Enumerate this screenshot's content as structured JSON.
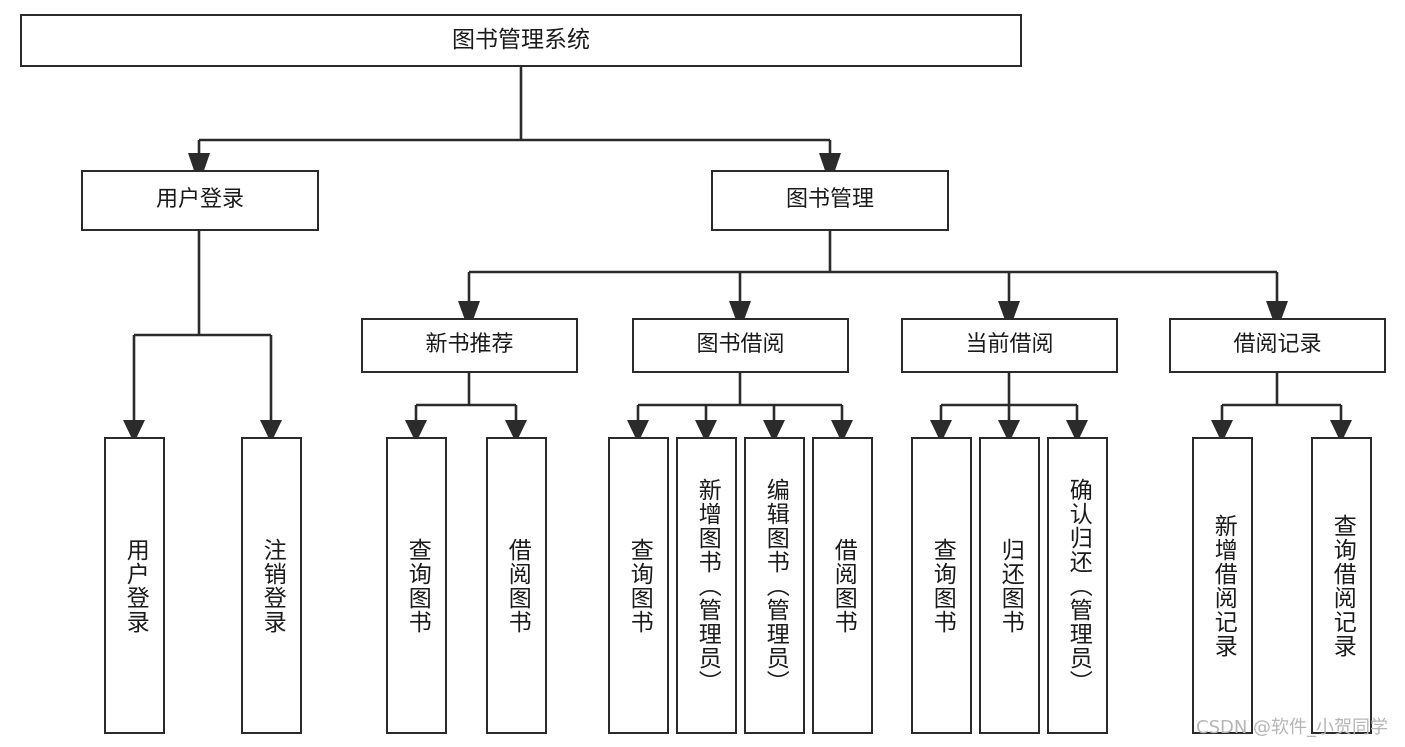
{
  "diagram": {
    "title": "图书管理系统",
    "type": "tree-hierarchy-diagram",
    "watermark": "CSDN @软件_小贺同学",
    "colors": {
      "box_border": "#2b2b2b",
      "box_fill": "#ffffff",
      "edge": "#2b2b2b",
      "text": "#1a1a1a",
      "watermark": "#b6b6b6",
      "background": "#ffffff"
    },
    "nodes": {
      "root": {
        "label": "图书管理系统"
      },
      "level2": [
        {
          "label": "用户登录"
        },
        {
          "label": "图书管理"
        }
      ],
      "level3": [
        {
          "label": "新书推荐"
        },
        {
          "label": "图书借阅"
        },
        {
          "label": "当前借阅"
        },
        {
          "label": "借阅记录"
        }
      ],
      "leaves_user_login": [
        {
          "label": "用户登录"
        },
        {
          "label": "注销登录"
        }
      ],
      "leaves_new_book": [
        {
          "label": "查询图书"
        },
        {
          "label": "借阅图书"
        }
      ],
      "leaves_borrow": [
        {
          "label": "查询图书"
        },
        {
          "label": "新增图书（管理员）"
        },
        {
          "label": "编辑图书（管理员）"
        },
        {
          "label": "借阅图书"
        }
      ],
      "leaves_current": [
        {
          "label": "查询图书"
        },
        {
          "label": "归还图书"
        },
        {
          "label": "确认归还（管理员）"
        }
      ],
      "leaves_record": [
        {
          "label": "新增借阅记录"
        },
        {
          "label": "查询借阅记录"
        }
      ]
    }
  }
}
